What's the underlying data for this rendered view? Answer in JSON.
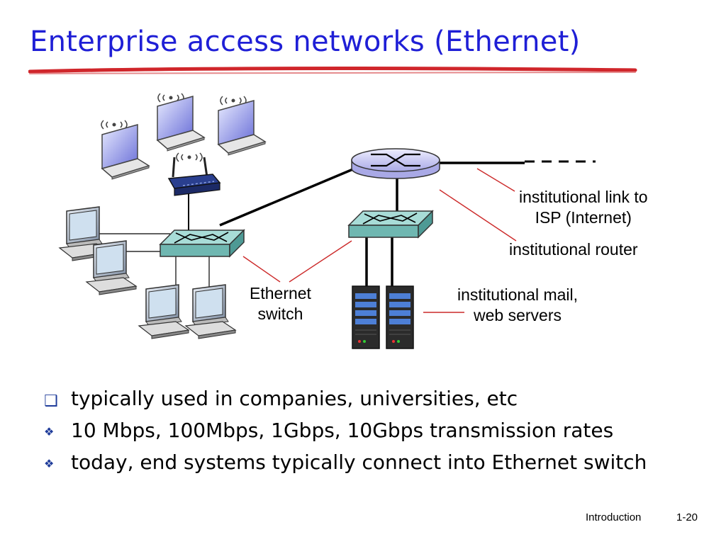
{
  "slide": {
    "title": "Enterprise access networks (Ethernet)"
  },
  "labels": {
    "isp_link": "institutional link to\nISP (Internet)",
    "router": "institutional router",
    "switch": "Ethernet\nswitch",
    "servers": "institutional mail,\nweb servers"
  },
  "bullets": [
    {
      "marker": "square",
      "text": "typically used in companies, universities, etc"
    },
    {
      "marker": "diamond",
      "text": "10 Mbps, 100Mbps, 1Gbps, 10Gbps transmission rates"
    },
    {
      "marker": "diamond",
      "text": "today, end systems typically connect into Ethernet switch"
    }
  ],
  "footer": {
    "section": "Introduction",
    "page": "1-20"
  },
  "colors": {
    "title": "#1f1fd6",
    "underline": "#d0262b",
    "callout": "#cc2a2a",
    "switch": "#8fd0cc",
    "router": "#c9c9f0",
    "bullet": "#1f3c9a"
  }
}
